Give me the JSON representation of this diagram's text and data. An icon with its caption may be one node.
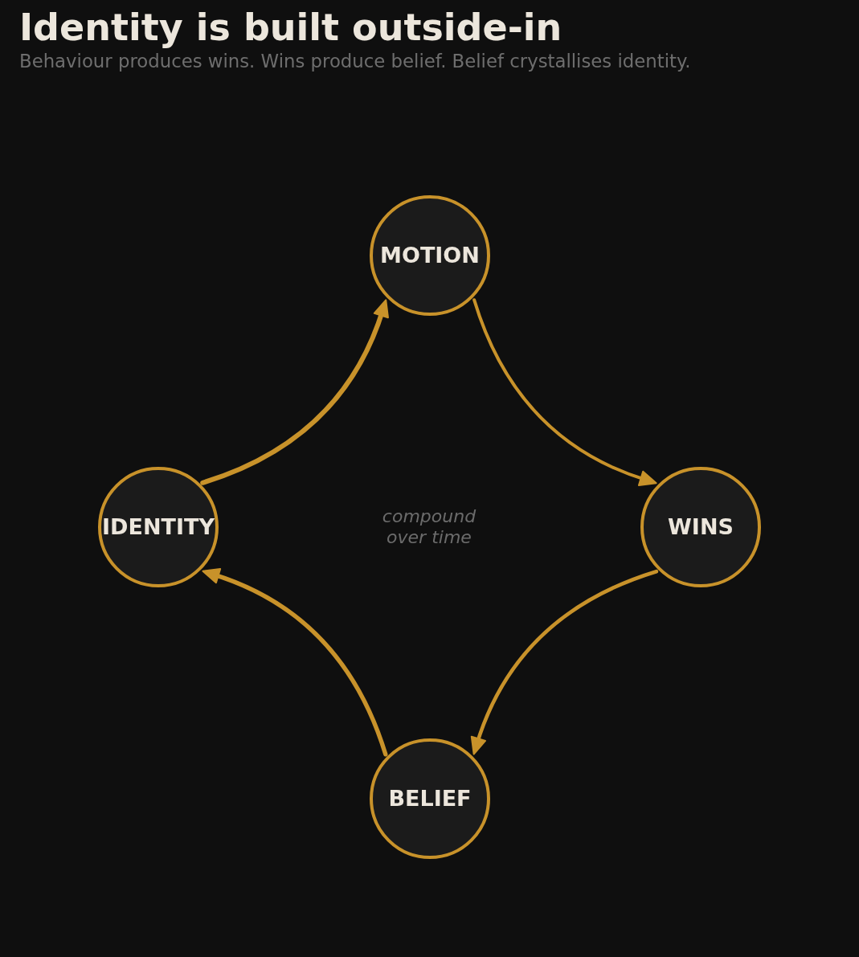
{
  "diagram": {
    "title": "Identity is built outside-in",
    "nodes": [
      {
        "text": [
          "MOTION"
        ]
      },
      {
        "text": [
          "IDENTITY"
        ]
      },
      {
        "text": [
          "WINS"
        ]
      },
      {
        "text": [
          "BELIEF"
        ]
      }
    ],
    "edges": [
      {
        "from": 0,
        "to": 2,
        "arrow": "to"
      },
      {
        "from": 2,
        "to": 3,
        "arrow": "to"
      },
      {
        "from": 3,
        "to": 1,
        "arrow": "to"
      },
      {
        "from": 1,
        "to": 0,
        "arrow": "to"
      }
    ],
    "labels": [
      "Behaviour produces wins. Wins produce belief. Belief crystallises identity.",
      "compound over time"
    ]
  }
}
